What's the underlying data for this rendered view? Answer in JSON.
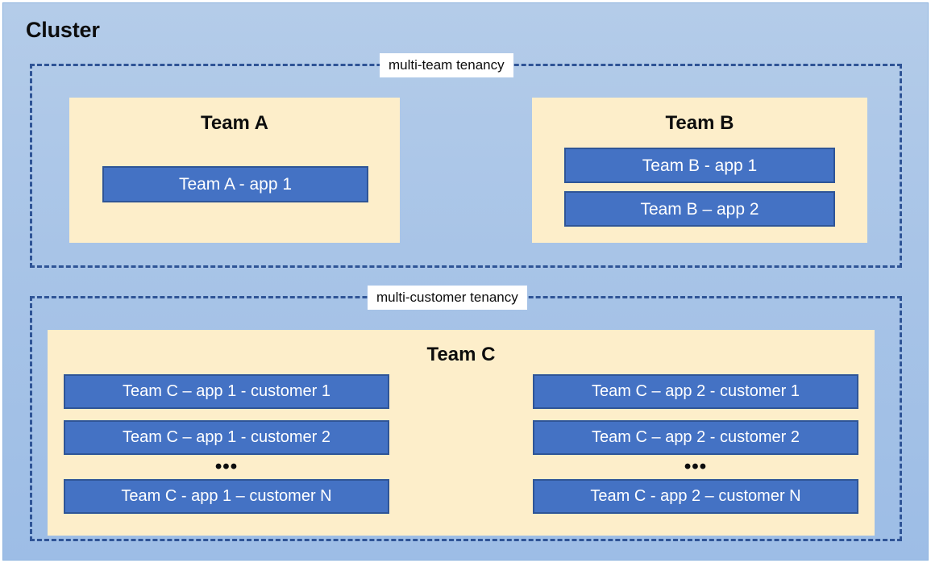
{
  "diagram": {
    "title": "Cluster",
    "colors": {
      "background_top": "#b4cce9",
      "background_bottom": "#9dbde6",
      "team_box_fill": "#fdeeca",
      "app_box_fill": "#4472c4",
      "app_box_border": "#2f5597",
      "dashed_border": "#2f5496",
      "label_chip": "#ffffff",
      "text_dark": "#0d0d0d",
      "text_light": "#ffffff"
    },
    "regions": [
      {
        "id": "multi-team",
        "label": "multi-team tenancy",
        "teams": [
          {
            "id": "team-a",
            "title": "Team A",
            "apps": [
              {
                "label": "Team A - app 1"
              }
            ]
          },
          {
            "id": "team-b",
            "title": "Team B",
            "apps": [
              {
                "label": "Team B - app 1"
              },
              {
                "label": "Team B – app 2"
              }
            ]
          }
        ]
      },
      {
        "id": "multi-customer",
        "label": "multi-customer tenancy",
        "teams": [
          {
            "id": "team-c",
            "title": "Team C",
            "columns": [
              {
                "id": "team-c-app-1",
                "items": [
                  {
                    "label": "Team C – app 1 - customer 1"
                  },
                  {
                    "label": "Team C – app 1 - customer 2"
                  }
                ],
                "ellipsis": "•••",
                "last": {
                  "label": "Team C - app 1 – customer N"
                }
              },
              {
                "id": "team-c-app-2",
                "items": [
                  {
                    "label": "Team C – app 2 - customer 1"
                  },
                  {
                    "label": "Team C – app 2 - customer 2"
                  }
                ],
                "ellipsis": "•••",
                "last": {
                  "label": "Team C - app 2 – customer N"
                }
              }
            ]
          }
        ]
      }
    ]
  }
}
